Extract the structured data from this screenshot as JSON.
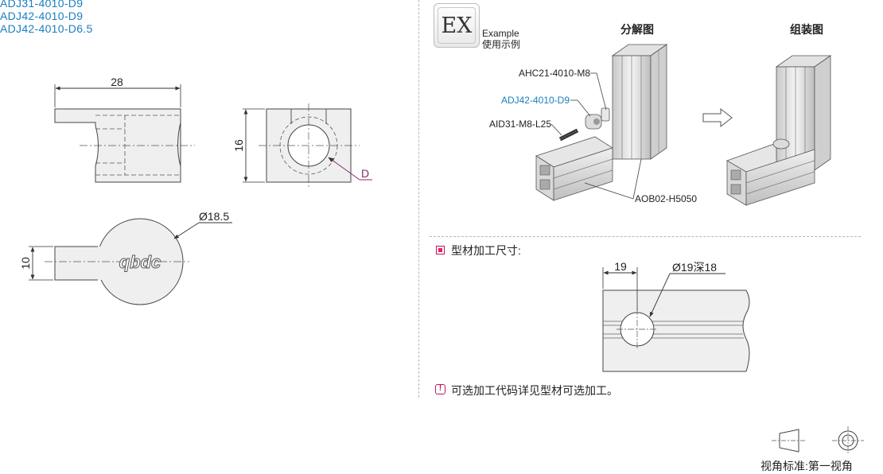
{
  "part_numbers": [
    "ADJ31-4010-D9",
    "ADJ42-4010-D9",
    "ADJ42-4010-D6.5"
  ],
  "drawing": {
    "dim_width": "28",
    "dim_height": "16",
    "dim_d": "D",
    "dim_dia": "Ø18.5",
    "dim_10": "10",
    "logo": "qbdc"
  },
  "example": {
    "badge": "EX",
    "label_en": "Example",
    "label_cn": "使用示例",
    "title_exploded": "分解图",
    "title_assembled": "组装图",
    "callout_ahc": "AHC21-4010-M8",
    "callout_adj": "ADJ42-4010-D9",
    "callout_aid": "AID31-M8-L25",
    "callout_aob": "AOB02-H5050"
  },
  "machining": {
    "title": "型材加工尺寸:",
    "dim_19": "19",
    "dim_hole": "Ø19深18",
    "note": "可选加工代码详见型材可选加工。"
  },
  "projection": {
    "label": "视角标准:第一视角"
  },
  "colors": {
    "accent_blue": "#1a7fc0",
    "accent_pink": "#c2185b",
    "dim_line": "#333333",
    "part_fill": "#efefef",
    "leader_purple": "#8a2a6a"
  }
}
